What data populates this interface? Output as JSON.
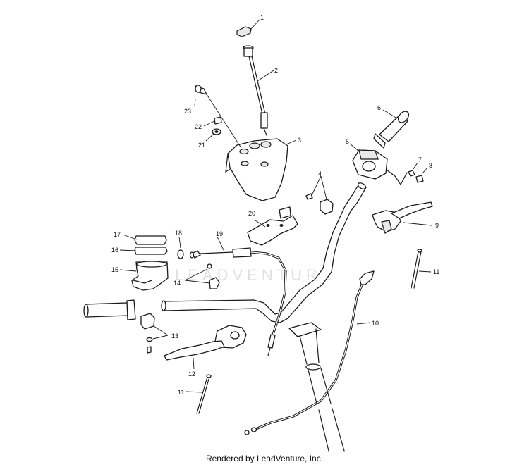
{
  "callouts": {
    "c1": "1",
    "c2": "2",
    "c3": "3",
    "c4": "4",
    "c5": "5",
    "c6": "6",
    "c7": "7",
    "c8": "8",
    "c9": "9",
    "c10": "10",
    "c11a": "11",
    "c11b": "11",
    "c12": "12",
    "c13": "13",
    "c14": "14",
    "c15": "15",
    "c16": "16",
    "c17": "17",
    "c18": "18",
    "c19": "19",
    "c20": "20",
    "c21": "21",
    "c22": "22",
    "c23": "23"
  },
  "watermark": "LEADVENTURE",
  "footer": "Rendered by LeadVenture, Inc."
}
